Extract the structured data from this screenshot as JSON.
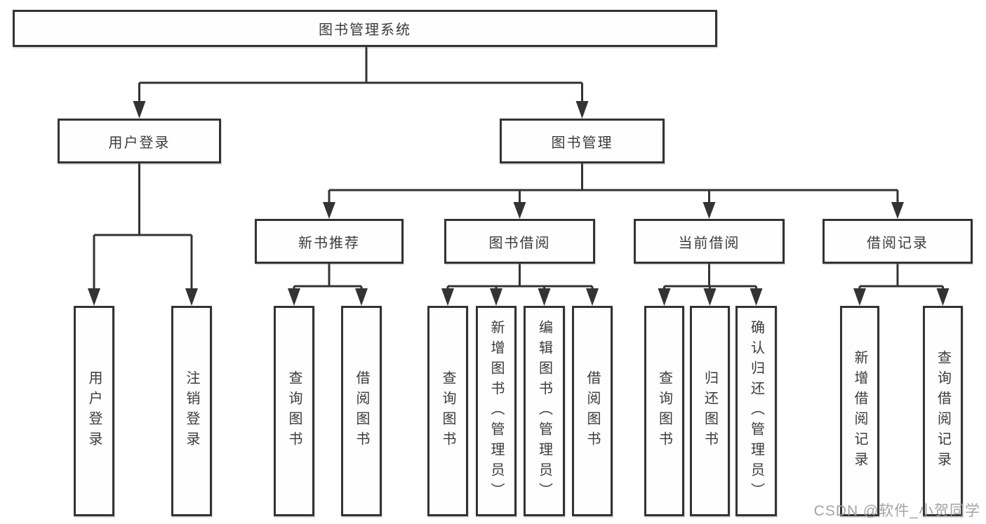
{
  "diagram": {
    "root": {
      "label": "图书管理系统"
    },
    "branches": [
      {
        "label": "用户登录",
        "children": [
          {
            "label": "用户登录"
          },
          {
            "label": "注销登录"
          }
        ]
      },
      {
        "label": "图书管理",
        "children": [
          {
            "label": "新书推荐",
            "children": [
              {
                "label": "查询图书"
              },
              {
                "label": "借阅图书"
              }
            ]
          },
          {
            "label": "图书借阅",
            "children": [
              {
                "label": "查询图书"
              },
              {
                "label": "新增图书（管理员）"
              },
              {
                "label": "编辑图书（管理员）"
              },
              {
                "label": "借阅图书"
              }
            ]
          },
          {
            "label": "当前借阅",
            "children": [
              {
                "label": "查询图书"
              },
              {
                "label": "归还图书"
              },
              {
                "label": "确认归还（管理员）"
              }
            ]
          },
          {
            "label": "借阅记录",
            "children": [
              {
                "label": "新增借阅记录"
              },
              {
                "label": "查询借阅记录"
              }
            ]
          }
        ]
      }
    ]
  },
  "watermark": {
    "text": "CSDN @软件_小贺同学"
  },
  "colors": {
    "line": "#333333",
    "box_border": "#333333",
    "text": "#3b3b3b",
    "watermark": "#9e9ea0",
    "background": "#ffffff"
  }
}
